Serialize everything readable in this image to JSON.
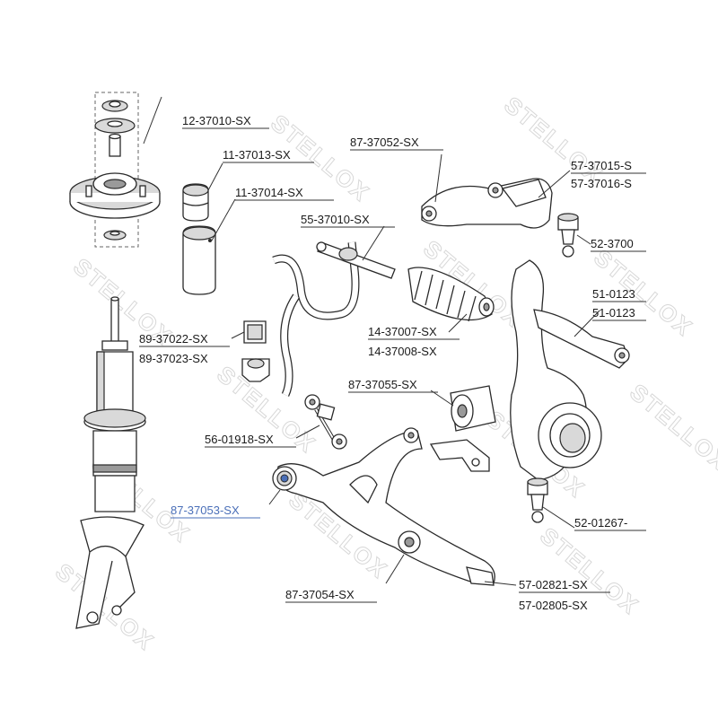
{
  "watermark": "STELLOX",
  "highlight_color": "#4a6fb8",
  "labels": {
    "l12_37010": "12-37010-SX",
    "l11_37013": "11-37013-SX",
    "l11_37014": "11-37014-SX",
    "l87_37052": "87-37052-SX",
    "l57_37015": "57-37015-S",
    "l57_37016": "57-37016-S",
    "l52_3700": "52-3700",
    "l55_37010": "55-37010-SX",
    "l51_0123a": "51-0123",
    "l51_0123b": "51-0123",
    "l14_37007": "14-37007-SX",
    "l14_37008": "14-37008-SX",
    "l89_37022": "89-37022-SX",
    "l89_37023": "89-37023-SX",
    "l87_37055": "87-37055-SX",
    "l56_01918": "56-01918-SX",
    "l87_37053": "87-37053-SX",
    "l52_01267": "52-01267-",
    "l57_02821": "57-02821-SX",
    "l87_37054": "87-37054-SX",
    "l57_02805": "57-02805-SX"
  }
}
